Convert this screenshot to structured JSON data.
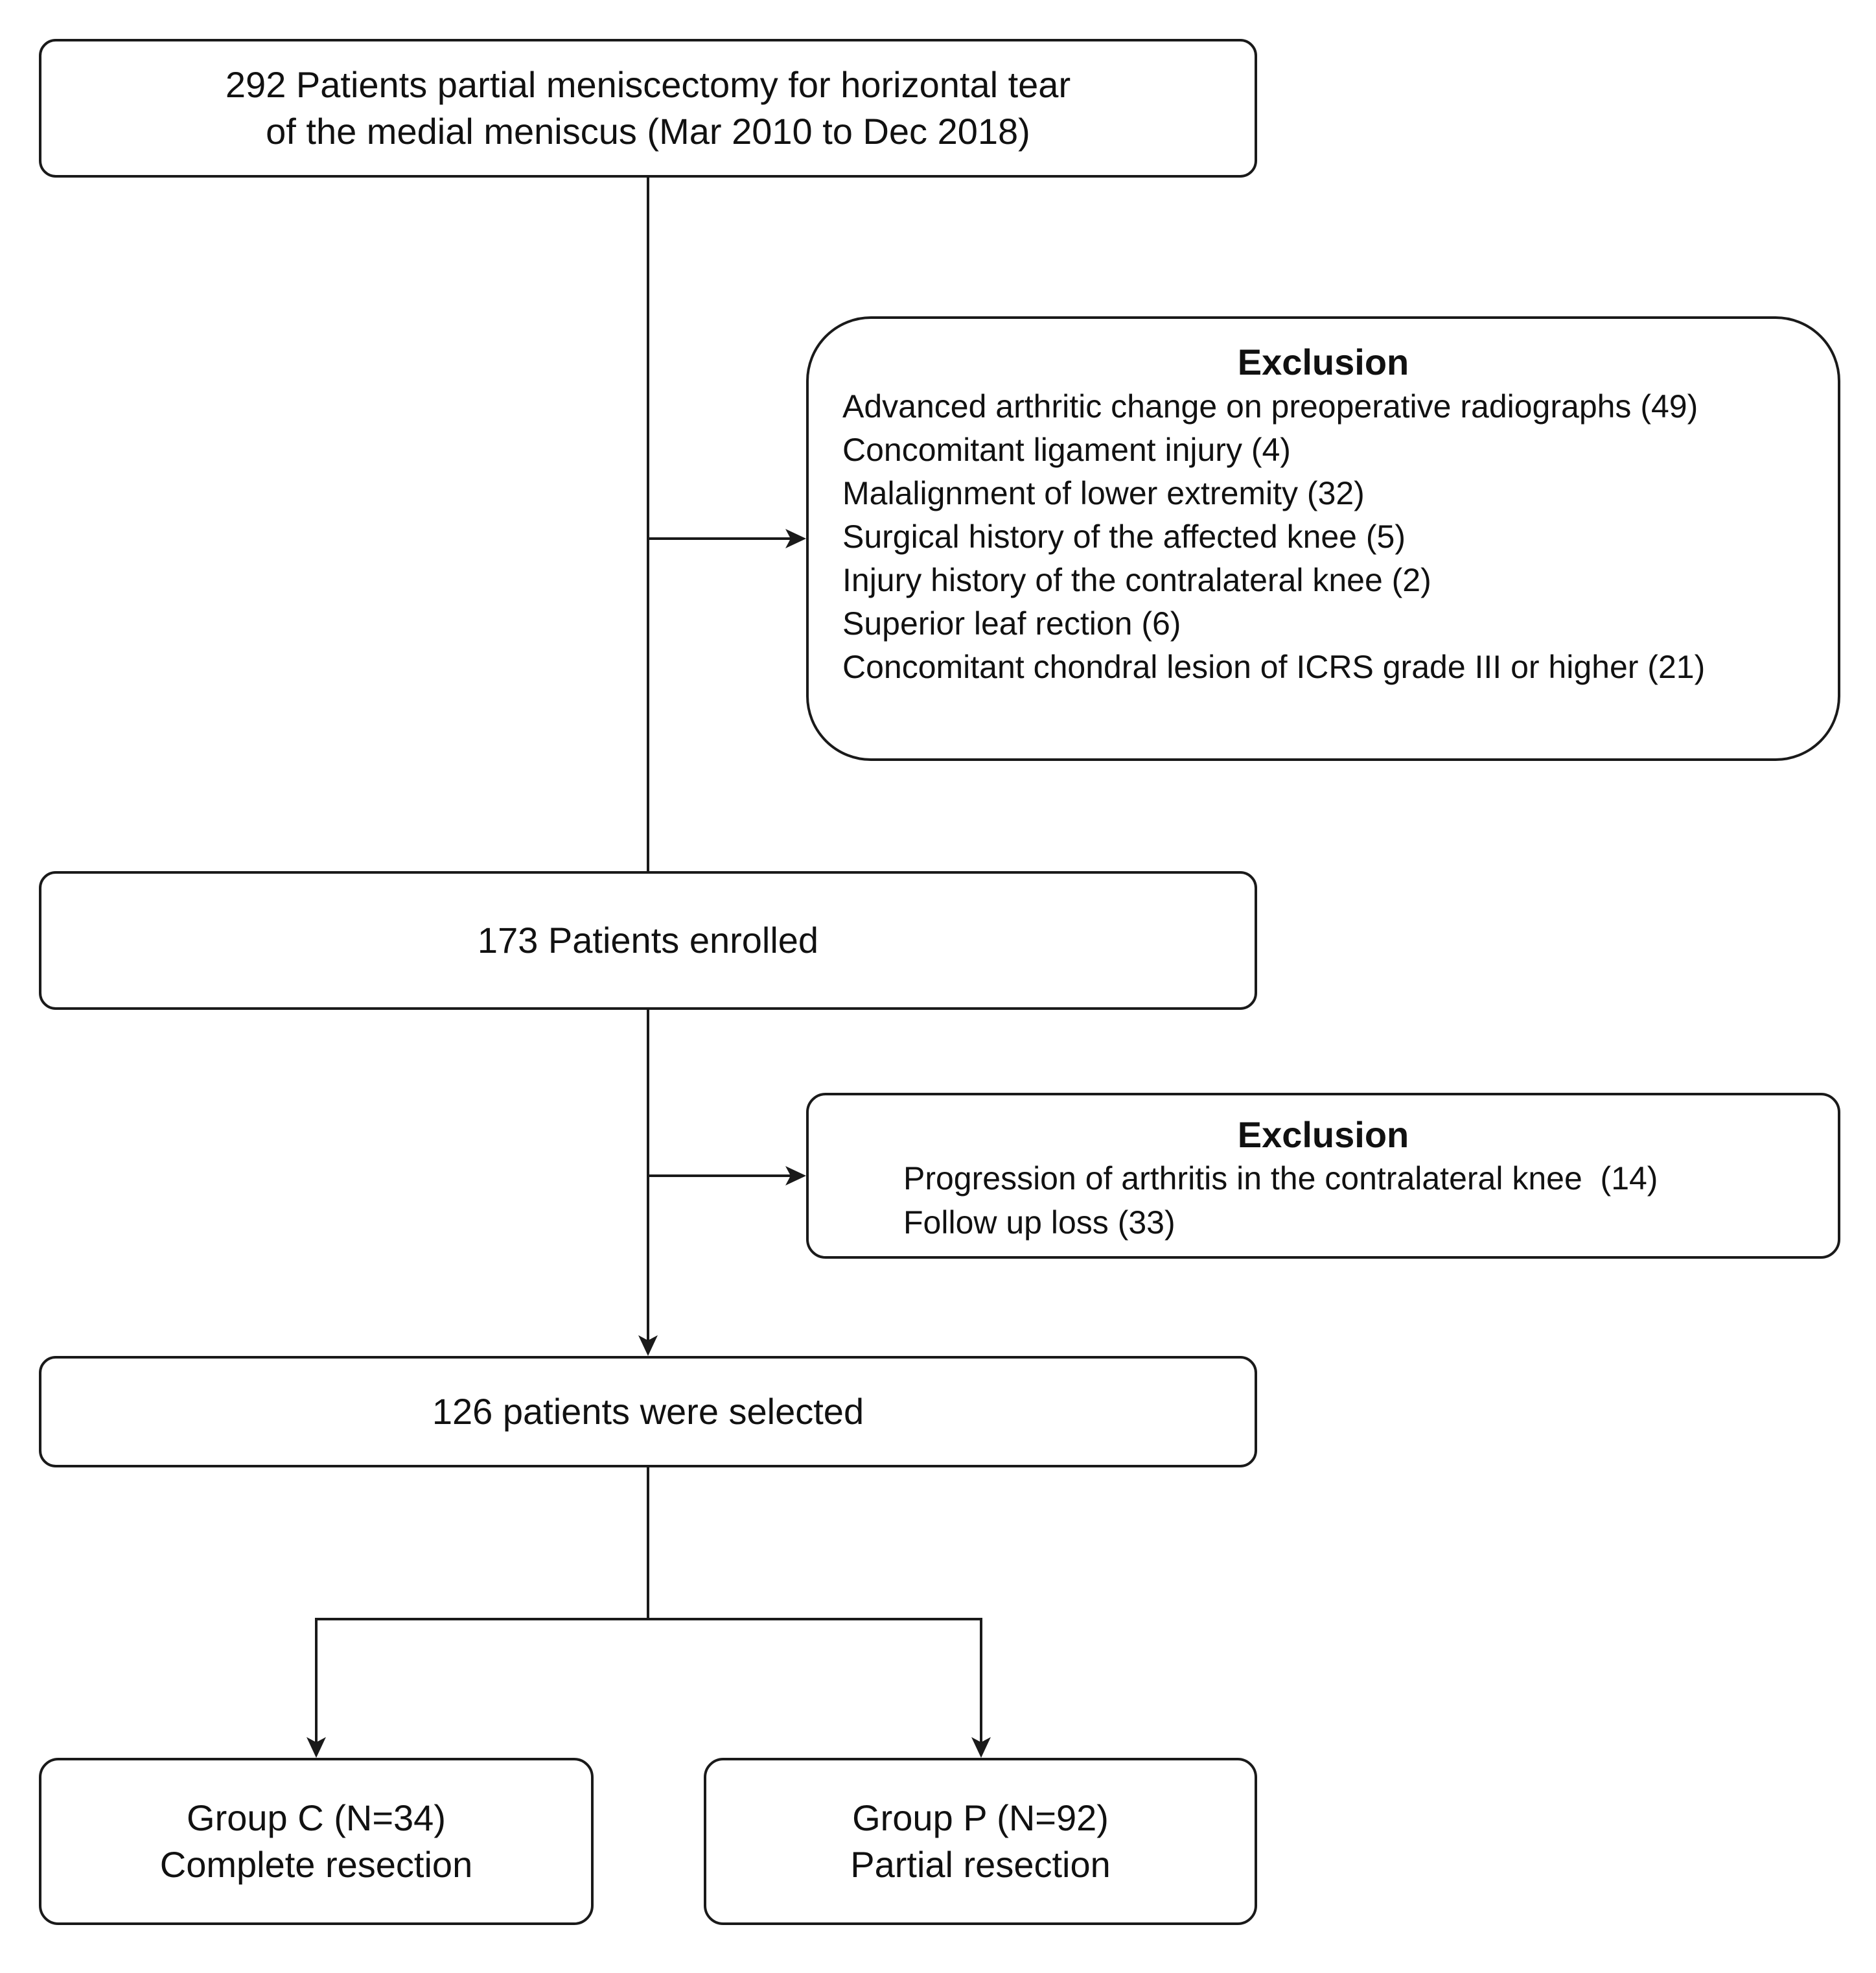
{
  "flowchart": {
    "start": {
      "line1": "292 Patients partial meniscectomy for horizontal tear",
      "line2": "of the medial meniscus (Mar 2010 to Dec 2018)"
    },
    "exclusion_1": {
      "title": "Exclusion",
      "items": [
        "Advanced arthritic change on preoperative radiographs (49)",
        "Concomitant ligament injury (4)",
        "Malalignment of lower extremity (32)",
        "Surgical history of the affected knee (5)",
        "Injury history of the contralateral knee (2)",
        "Superior leaf rection (6)",
        "Concomitant chondral lesion of ICRS grade III or higher (21)"
      ]
    },
    "enrolled": {
      "label": "173 Patients enrolled"
    },
    "exclusion_2": {
      "title": "Exclusion",
      "items": [
        "Progression of arthritis in the contralateral knee  (14)",
        "Follow up loss (33)"
      ]
    },
    "selected": {
      "label": "126 patients were selected"
    },
    "group_c": {
      "line1": "Group C (N=34)",
      "line2": "Complete resection"
    },
    "group_p": {
      "line1": "Group P (N=92)",
      "line2": "Partial resection"
    }
  },
  "colors": {
    "stroke": "#1a1a1a",
    "background": "#ffffff",
    "text": "#111111"
  }
}
